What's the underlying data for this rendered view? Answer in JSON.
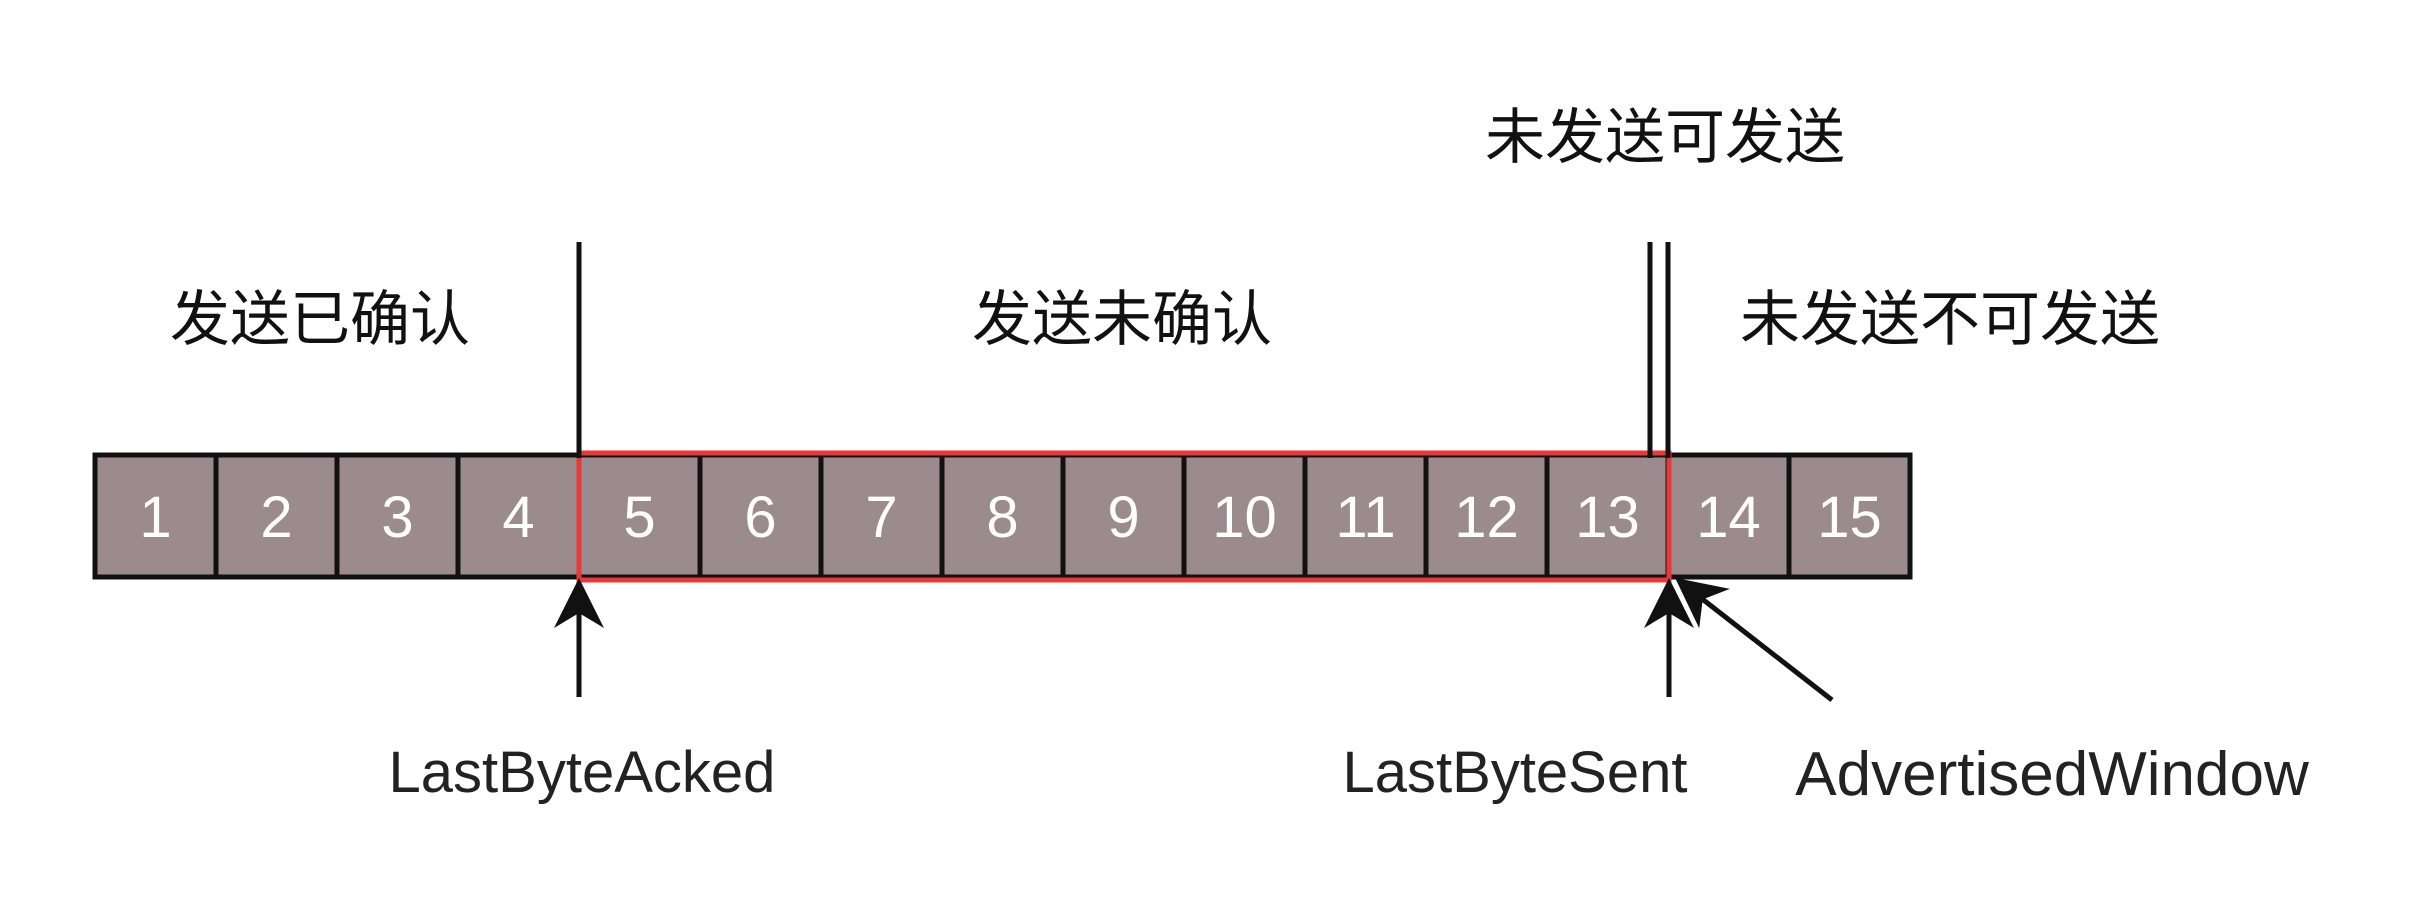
{
  "cells": [
    "1",
    "2",
    "3",
    "4",
    "5",
    "6",
    "7",
    "8",
    "9",
    "10",
    "11",
    "12",
    "13",
    "14",
    "15"
  ],
  "regions": {
    "sent_acked": "发送已确认",
    "sent_unacked": "发送未确认",
    "unsent_sendable": "未发送可发送",
    "unsent_unsendable": "未发送不可发送"
  },
  "pointers": {
    "last_byte_acked": "LastByteAcked",
    "last_byte_sent": "LastByteSent",
    "advertised_window": "AdvertisedWindow"
  },
  "colors": {
    "cell_fill": "#9b8b8f",
    "cell_border": "#111111",
    "window_border": "#e8383a",
    "cell_text": "#ffffff"
  }
}
